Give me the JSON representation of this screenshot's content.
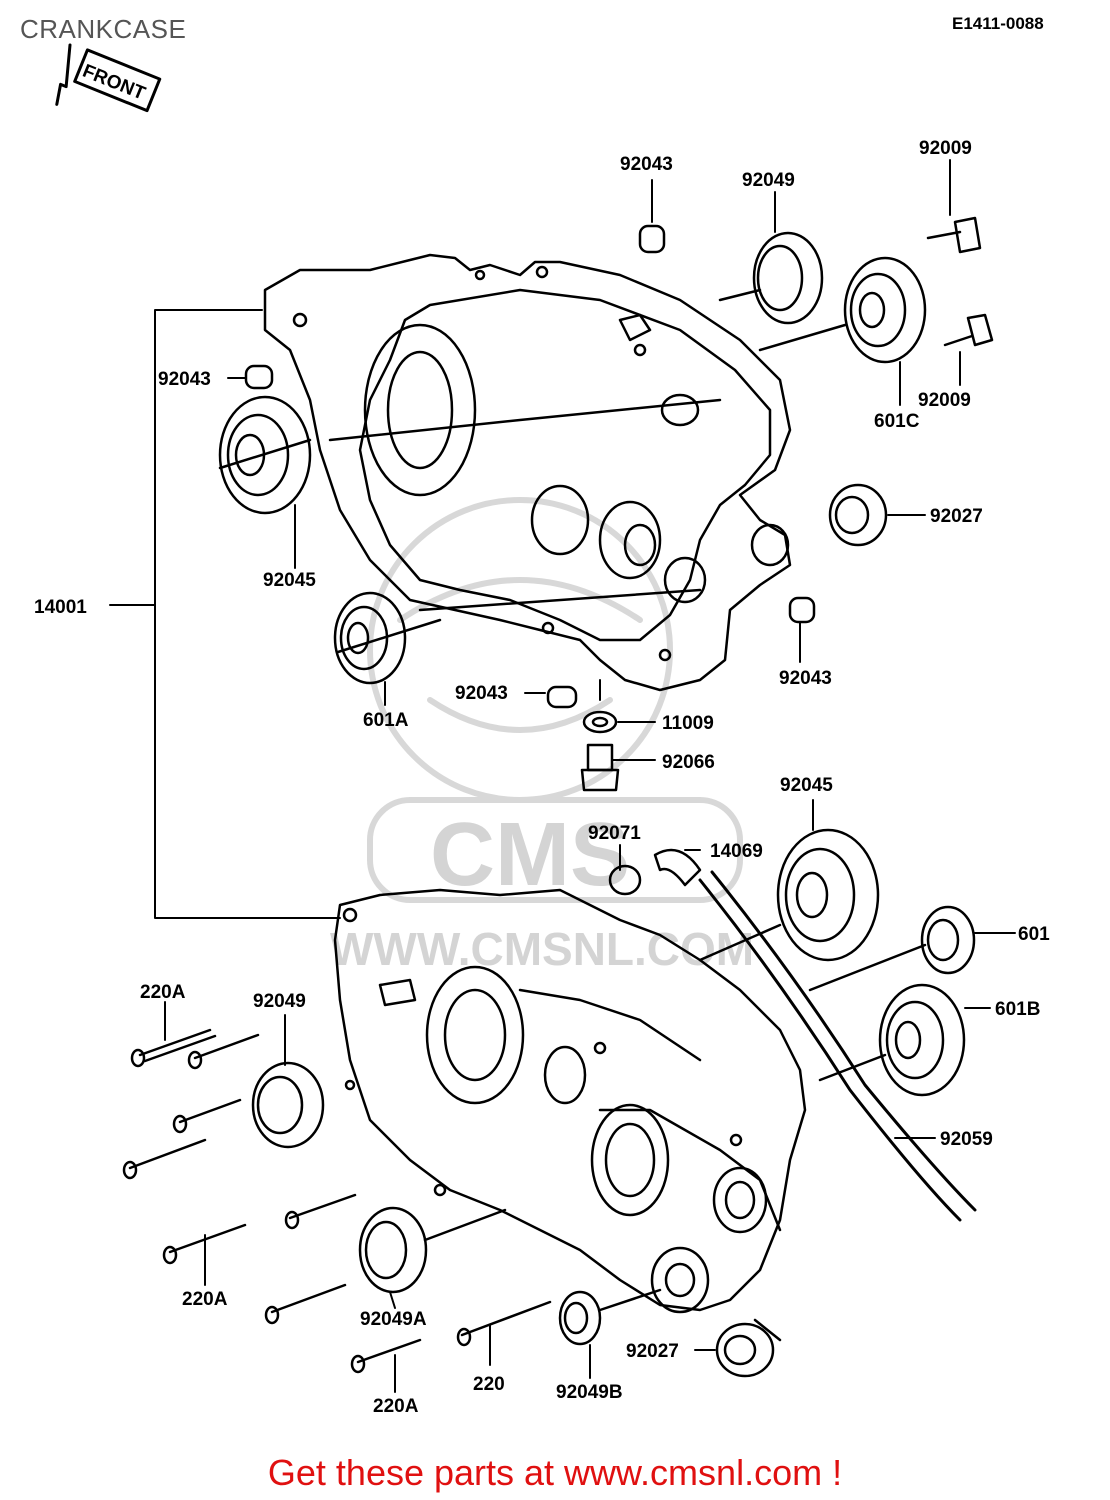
{
  "header": {
    "title": "CRANKCASE",
    "code": "E1411-0088",
    "front_label": "FRONT"
  },
  "watermark": {
    "text": "WWW.CMSNL.COM",
    "logo": "CMS"
  },
  "parts": [
    {
      "id": "p92043a",
      "label": "92043"
    },
    {
      "id": "p92049a",
      "label": "92049"
    },
    {
      "id": "p92009a",
      "label": "92009"
    },
    {
      "id": "p92043b",
      "label": "92043"
    },
    {
      "id": "p92009b",
      "label": "92009"
    },
    {
      "id": "p601C",
      "label": "601C"
    },
    {
      "id": "p92027a",
      "label": "92027"
    },
    {
      "id": "p92045a",
      "label": "92045"
    },
    {
      "id": "p14001",
      "label": "14001"
    },
    {
      "id": "p92043c",
      "label": "92043"
    },
    {
      "id": "p601A",
      "label": "601A"
    },
    {
      "id": "p92043d",
      "label": "92043"
    },
    {
      "id": "p11009",
      "label": "11009"
    },
    {
      "id": "p92066",
      "label": "92066"
    },
    {
      "id": "p92045b",
      "label": "92045"
    },
    {
      "id": "p92071",
      "label": "92071"
    },
    {
      "id": "p14069",
      "label": "14069"
    },
    {
      "id": "p601",
      "label": "601"
    },
    {
      "id": "p601B",
      "label": "601B"
    },
    {
      "id": "p220Aa",
      "label": "220A"
    },
    {
      "id": "p92049b",
      "label": "92049"
    },
    {
      "id": "p92059",
      "label": "92059"
    },
    {
      "id": "p220Ab",
      "label": "220A"
    },
    {
      "id": "p92049A",
      "label": "92049A"
    },
    {
      "id": "p92027b",
      "label": "92027"
    },
    {
      "id": "p220",
      "label": "220"
    },
    {
      "id": "p92049B",
      "label": "92049B"
    },
    {
      "id": "p220Ac",
      "label": "220A"
    }
  ],
  "footer": {
    "text": "Get these parts at www.cmsnl.com !",
    "color": "#e01010"
  }
}
